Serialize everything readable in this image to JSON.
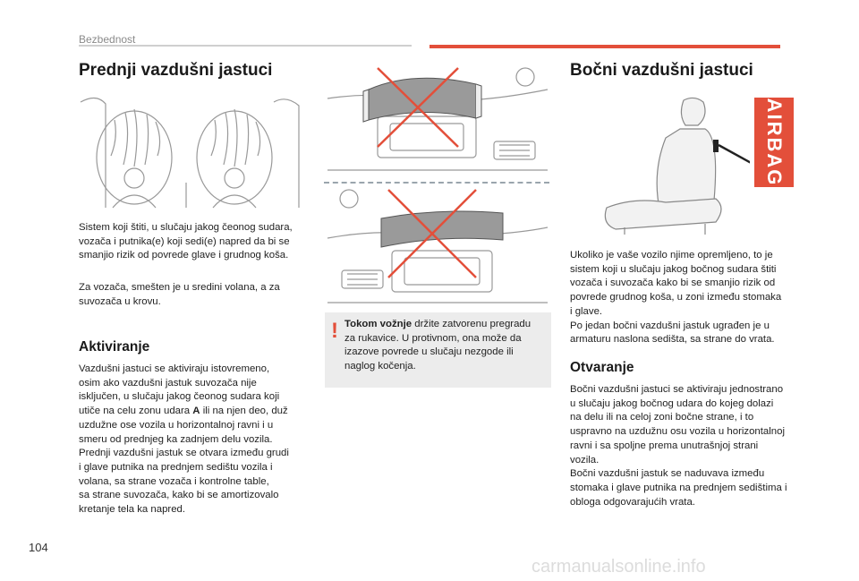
{
  "header": {
    "section": "Bezbednost"
  },
  "page_number": "104",
  "left": {
    "title": "Prednji vazdušni jastuci",
    "p1": "Sistem koji štiti, u slučaju jakog čeonog sudara,\nvozača i putnika(e) koji sedi(e) napred da bi se\nsmanjio rizik od povrede glave i grudnog koša.",
    "p2": "Za vozača, smešten je u sredini volana, a za\nsuvozača u krovu.",
    "subtitle": "Aktiviranje",
    "p3": "Vazdušni jastuci se aktiviraju istovremeno,\nosim ako vazdušni jastuk suvozača nije\nisključen, u slučaju jakog čeonog sudara koji\nutiče na celu zonu udara ",
    "p3_bold": "A",
    "p3_rest": " ili na njen deo, duž\nuzdužne ose vozila u horizontalnoj ravni i u\nsmeru od prednjeg ka zadnjem delu vozila.\nPrednji vazdušni jastuk se otvara između grudi\ni glave putnika na prednjem sedištu vozila i\nvolana, sa strane vozača i kontrolne table,\nsa strane suvozača, kako bi se amortizovalo\nkretanje tela ka napred."
  },
  "middle": {
    "warning_bold": "Tokom vožnje",
    "warning_text": " držite zatvorenu pregradu za rukavice. U protivnom, ona može da izazove povrede u slučaju nezgode ili naglog kočenja."
  },
  "right": {
    "title": "Bočni vazdušni jastuci",
    "airbag_label": "AIRBAG",
    "p1": "Ukoliko je vaše vozilo njime opremljeno, to je\nsistem koji u slučaju jakog bočnog sudara štiti\nvozača i suvozača kako bi se smanjio rizik od\npovrede grudnog koša, u zoni između stomaka\ni glave.\nPo jedan bočni vazdušni jastuk ugrađen je u\narmaturu naslona sedišta, sa strane do vrata.",
    "subtitle": "Otvaranje",
    "p2": "Bočni vazdušni jastuci se aktiviraju jednostrano\nu slučaju jakog bočnog udara do kojeg dolazi\nna delu ili na celoj zoni bočne strane, i to\nuspravno na uzdužnu osu vozila u horizontalnoj\nravni i sa spoljne prema unutrašnjoj strani\nvozila.\nBočni vazdušni jastuk se naduvava između\nstomaka i glave putnika na prednjem sedištima i\nobloga odgovarajućih vrata."
  },
  "watermark": "carmanualsonline.info",
  "colors": {
    "accent": "#e34f3a",
    "box": "#ececec"
  }
}
